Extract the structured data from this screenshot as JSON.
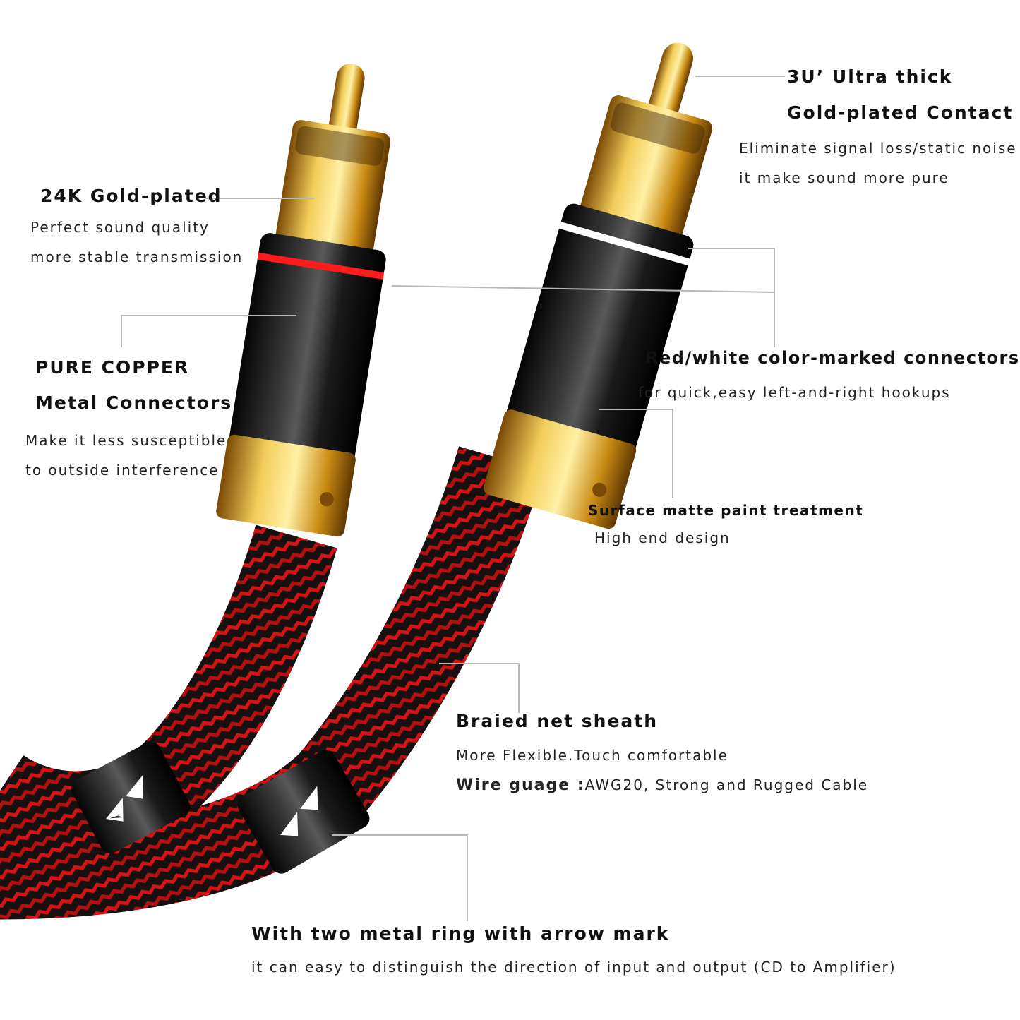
{
  "callouts": {
    "gold_contact": {
      "title_1": "3U’ Ultra thick",
      "title_2": "Gold-plated Contact",
      "line_1": "Eliminate signal loss/static noise",
      "line_2": "it make sound more pure"
    },
    "gold_plated": {
      "title": "24K Gold-plated",
      "line_1": "Perfect sound quality",
      "line_2": "more stable transmission"
    },
    "copper": {
      "title_1": "PURE COPPER",
      "title_2": "Metal Connectors",
      "line_1": "Make it less susceptible",
      "line_2": "to outside interference"
    },
    "color_marked": {
      "title": "Red/white color-marked connectors",
      "line_1": "for quick,easy left-and-right hookups"
    },
    "matte": {
      "title": "Surface matte paint treatment",
      "line_1": "High end design"
    },
    "braided": {
      "title": "Braied net sheath",
      "line_1": "More Flexible.Touch comfortable",
      "line_2_bold": "Wire guage :",
      "line_2_rest": "AWG20, Strong and Rugged Cable"
    },
    "rings": {
      "title": "With two metal ring with arrow mark",
      "line_1": "it can easy to distinguish the direction of input and output (CD to Amplifier)"
    }
  },
  "colors": {
    "gold": "#d9a21f",
    "black_body": "#141414",
    "braid_red": "#d41414",
    "leader_line": "#b8b8b8"
  },
  "icons": [
    "rca-plug-red",
    "rca-plug-white",
    "arrow-mark-icon"
  ]
}
